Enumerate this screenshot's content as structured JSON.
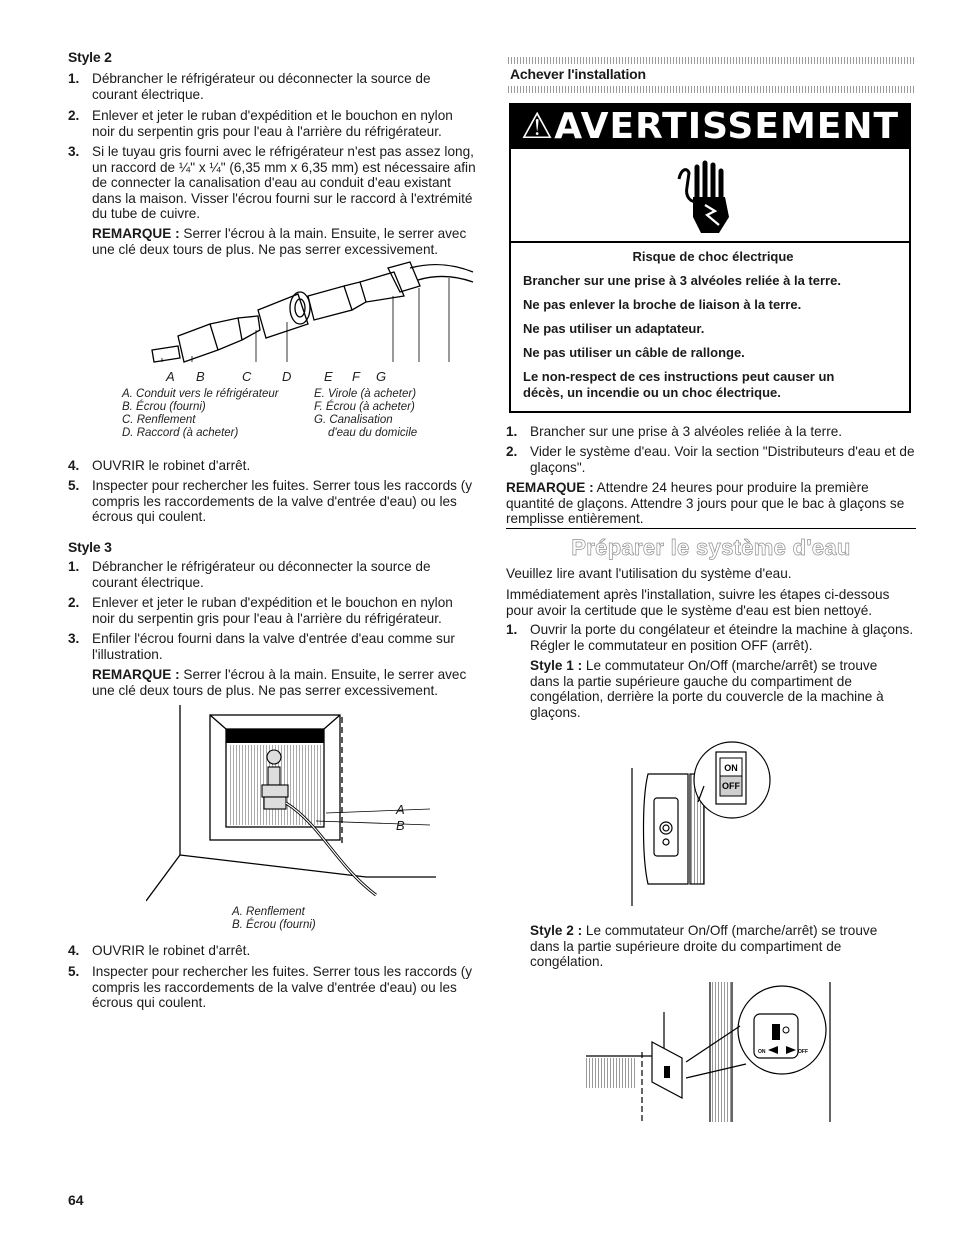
{
  "left": {
    "style2": {
      "heading": "Style 2",
      "steps": [
        {
          "num": "1.",
          "text": "Débrancher le réfrigérateur ou déconnecter la source de courant électrique."
        },
        {
          "num": "2.",
          "text": "Enlever et jeter le ruban d'expédition et le bouchon en nylon noir du serpentin gris pour l'eau à l'arrière du réfrigérateur."
        },
        {
          "num": "3.",
          "text": "Si le tuyau gris fourni avec le réfrigérateur n'est pas assez long, un raccord de ¼\" x ¼\" (6,35 mm x 6,35 mm) est nécessaire afin de connecter la canalisation d'eau au conduit d'eau existant dans la maison. Visser l'écrou fourni sur le raccord à l'extrémité du tube de cuivre."
        }
      ],
      "note_label": "REMARQUE :",
      "note_text": " Serrer l'écrou à la main. Ensuite, le serrer avec une clé deux tours de plus. Ne pas serrer excessivement.",
      "figure_letters": [
        "A",
        "B",
        "C",
        "D",
        "E",
        "F",
        "G"
      ],
      "captions_left": [
        "A. Conduit vers le réfrigérateur",
        "B. Écrou (fourni)",
        "C. Renflement",
        "D. Raccord (à acheter)"
      ],
      "captions_right": [
        "E. Virole (à acheter)",
        "F. Écrou (à acheter)",
        "G. Canalisation",
        "d'eau du domicile"
      ],
      "steps_after": [
        {
          "num": "4.",
          "text": "OUVRIR le robinet d'arrêt."
        },
        {
          "num": "5.",
          "text": "Inspecter pour rechercher les fuites. Serrer tous les raccords (y compris les raccordements de la valve d'entrée d'eau) ou les écrous qui coulent."
        }
      ]
    },
    "style3": {
      "heading": "Style 3",
      "steps": [
        {
          "num": "1.",
          "text": "Débrancher le réfrigérateur ou déconnecter la source de courant électrique."
        },
        {
          "num": "2.",
          "text": "Enlever et jeter le ruban d'expédition et le bouchon en nylon noir du serpentin gris pour l'eau à l'arrière du réfrigérateur."
        },
        {
          "num": "3.",
          "text": "Enfiler l'écrou fourni dans la valve d'entrée d'eau comme sur l'illustration."
        }
      ],
      "note_label": "REMARQUE :",
      "note_text": " Serrer l'écrou à la main. Ensuite, le serrer avec une clé deux tours de plus. Ne pas serrer excessivement.",
      "figure_letters": [
        "A",
        "B"
      ],
      "captions": [
        "A. Renflement",
        "B. Écrou (fourni)"
      ],
      "steps_after": [
        {
          "num": "4.",
          "text": "OUVRIR le robinet d'arrêt."
        },
        {
          "num": "5.",
          "text": "Inspecter pour rechercher les fuites. Serrer tous les raccords (y compris les raccordements de la valve d'entrée d'eau) ou les écrous qui coulent."
        }
      ]
    }
  },
  "right": {
    "install_heading": "Achever l'installation",
    "warning": {
      "title": "⚠AVERTISSEMENT",
      "subtitle": "Risque de choc électrique",
      "lines": [
        "Brancher sur une prise à 3 alvéoles reliée à la terre.",
        "Ne pas enlever la broche de liaison à la terre.",
        "Ne pas utiliser un adaptateur.",
        "Ne pas utiliser un câble de rallonge.",
        "Le non-respect de ces instructions peut causer un décès, un incendie ou un choc électrique."
      ]
    },
    "steps": [
      {
        "num": "1.",
        "text": "Brancher sur une prise à 3 alvéoles reliée à la terre."
      },
      {
        "num": "2.",
        "text": "Vider le système d'eau. Voir la section \"Distributeurs d'eau et de glaçons\"."
      }
    ],
    "note_label": "REMARQUE :",
    "note_text": " Attendre 24 heures pour produire la première quantité de glaçons. Attendre 3 jours pour que le bac à glaçons se remplisse entièrement.",
    "section_title": "Préparer le système d'eau",
    "intro1": "Veuillez lire avant l'utilisation du système d'eau.",
    "intro2": "Immédiatement après l'installation, suivre les étapes ci-dessous pour avoir la certitude que le système d'eau est bien nettoyé.",
    "step1_num": "1.",
    "step1_text": "Ouvrir la porte du congélateur et éteindre la machine à glaçons. Régler le commutateur en position OFF (arrêt).",
    "style1_label": "Style 1 :",
    "style1_text": " Le commutateur On/Off (marche/arrêt) se trouve dans la partie supérieure gauche du compartiment de congélation, derrière la porte du couvercle de la machine à glaçons.",
    "switch_on": "ON",
    "switch_off": "OFF",
    "style2_label": "Style 2 :",
    "style2_text": " Le commutateur On/Off (marche/arrêt) se trouve dans la partie supérieure droite du compartiment de congélation.",
    "switch2_on": "ON",
    "switch2_off": "OFF"
  },
  "page_number": "64"
}
